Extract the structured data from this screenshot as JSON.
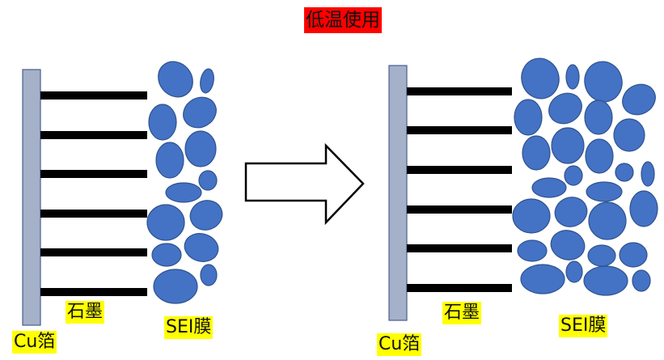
{
  "title": "低温使用",
  "left_panel": {
    "foil_label": "Cu箔",
    "graphite_label": "石墨",
    "sei_label": "SEI膜"
  },
  "right_panel": {
    "foil_label": "Cu箔",
    "graphite_label": "石墨",
    "sei_label": "SEI膜"
  },
  "colors": {
    "foil": "#a5b0c9",
    "sei": "#4472c4",
    "graphite": "#000000",
    "title_bg": "#ff0000",
    "label_bg": "#ffff00"
  }
}
